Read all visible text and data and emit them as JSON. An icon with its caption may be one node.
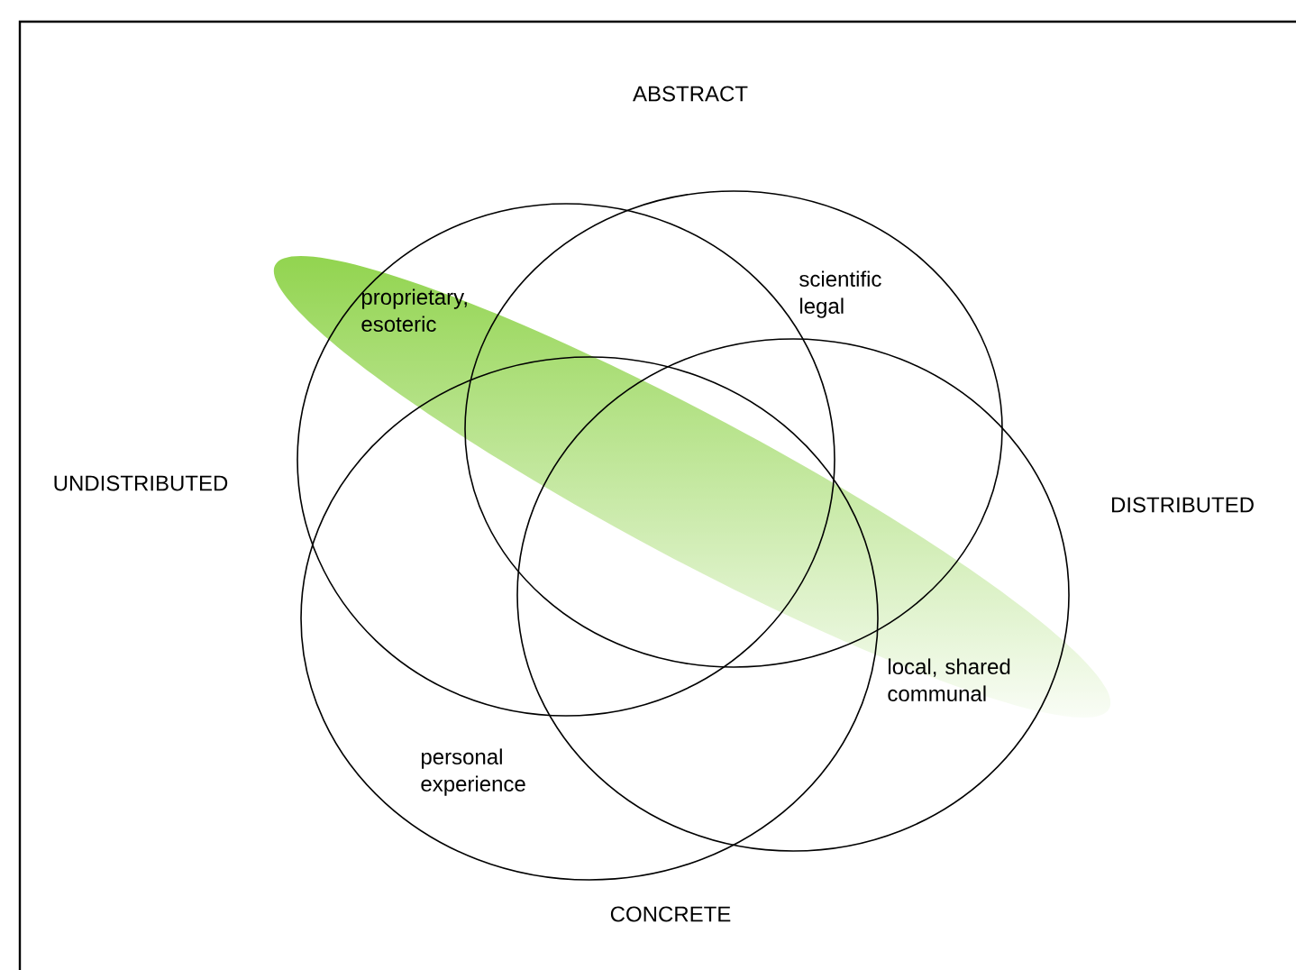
{
  "diagram": {
    "nodes": [
      {
        "text": [
          "proprietary, esoteric"
        ]
      },
      {
        "text": [
          "scientific legal"
        ]
      },
      {
        "text": [
          "personal experience"
        ]
      },
      {
        "text": [
          "local, shared communal"
        ]
      }
    ],
    "labels": [
      "ABSTRACT",
      "UNDISTRIBUTED",
      "DISTRIBUTED",
      "CONCRETE"
    ]
  }
}
